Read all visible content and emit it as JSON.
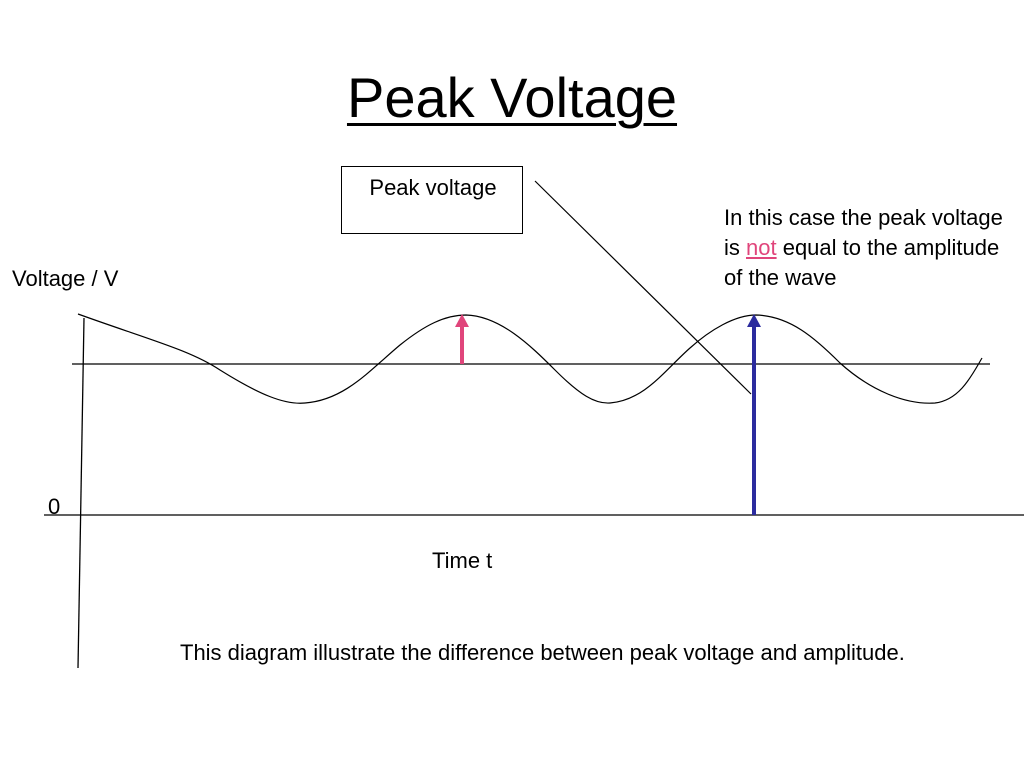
{
  "title": "Peak Voltage",
  "labels": {
    "peak_box": "Peak voltage",
    "y_axis": "Voltage / V",
    "x_axis": "Time t",
    "origin": "0"
  },
  "note": {
    "before": "In this case the peak voltage is ",
    "highlight": "not",
    "after": " equal to the amplitude of the wave"
  },
  "caption": "This diagram illustrate the difference between peak voltage and amplitude.",
  "colors": {
    "highlight_text": "#e0457b",
    "amplitude_arrow": "#e0457b",
    "peak_arrow": "#2b2b9e",
    "line": "#000000"
  }
}
